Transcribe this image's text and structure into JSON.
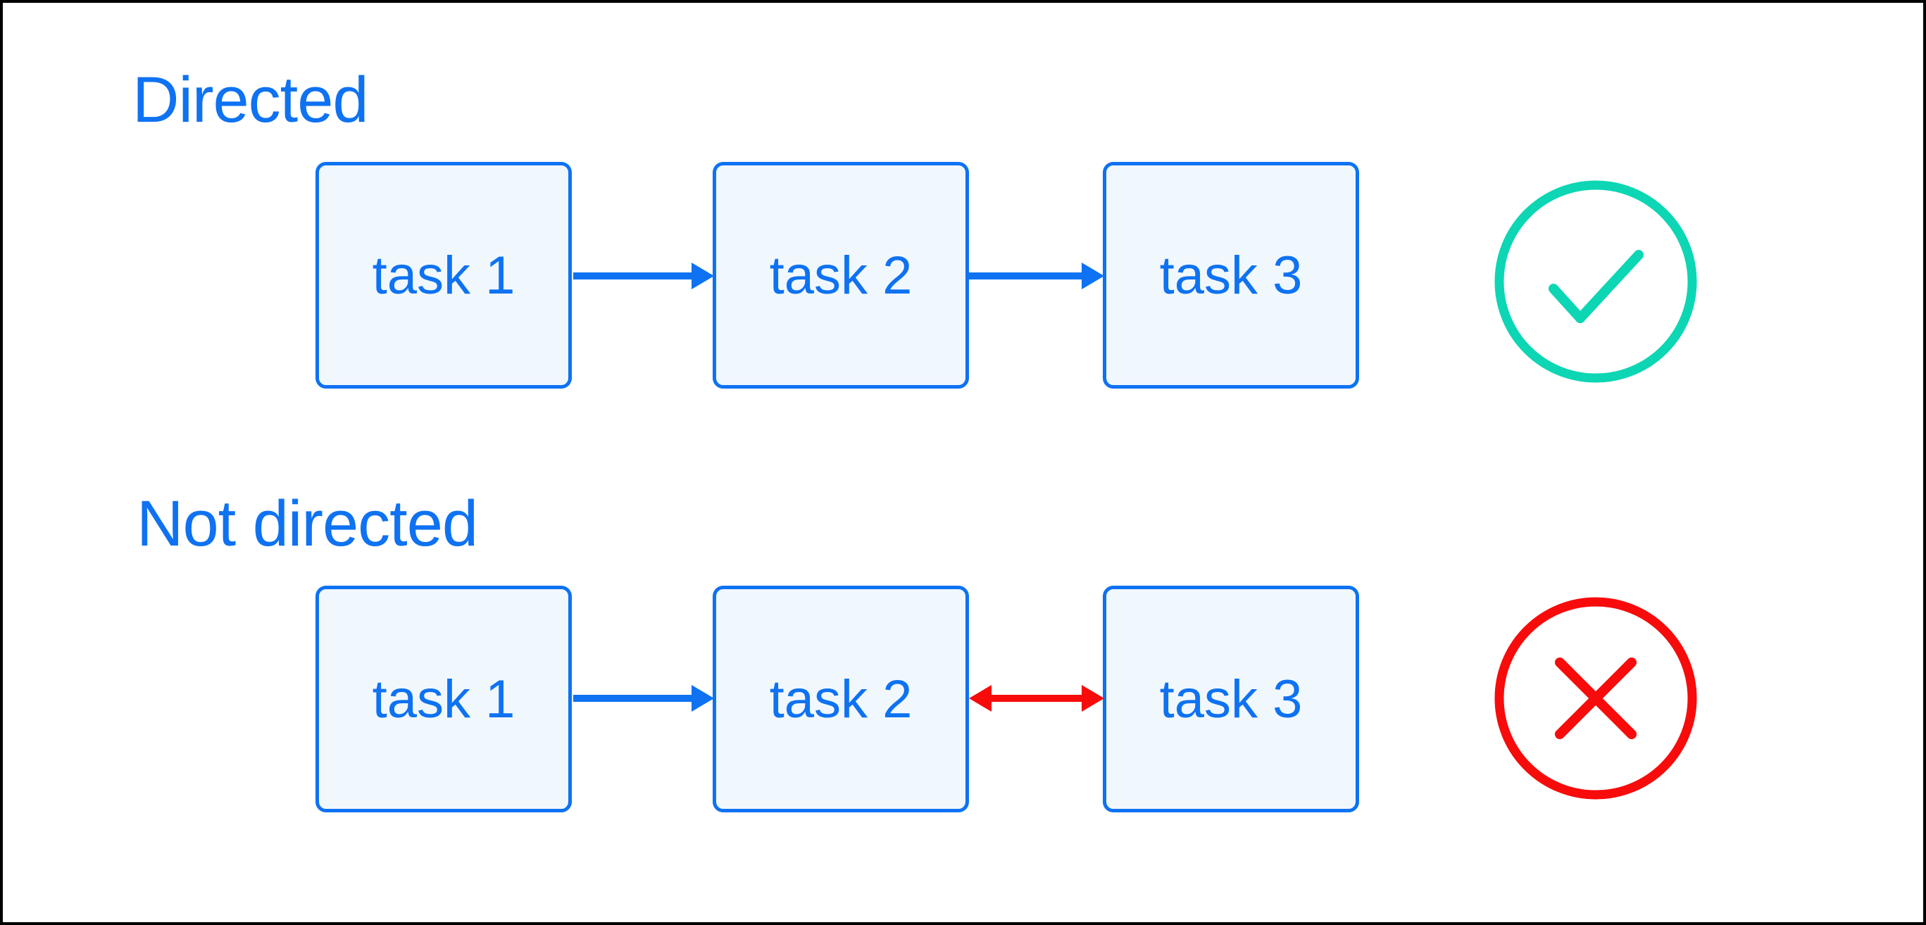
{
  "sections": [
    {
      "label": "Directed",
      "nodes": [
        "task 1",
        "task 2",
        "task 3"
      ],
      "edges": [
        {
          "from": "task 1",
          "to": "task 2",
          "type": "directed"
        },
        {
          "from": "task 2",
          "to": "task 3",
          "type": "directed"
        }
      ],
      "status_icon": "check-circle-icon"
    },
    {
      "label": "Not directed",
      "nodes": [
        "task 1",
        "task 2",
        "task 3"
      ],
      "edges": [
        {
          "from": "task 1",
          "to": "task 2",
          "type": "directed"
        },
        {
          "from": "task 2",
          "to": "task 3",
          "type": "bidirectional"
        }
      ],
      "status_icon": "cross-circle-icon"
    }
  ],
  "colors": {
    "blue": "#0e72f2",
    "box_fill": "#f1f8fd",
    "teal": "#0cd6b4",
    "red": "#f80b0b",
    "frame_border": "#000000",
    "background": "#ffffff"
  }
}
